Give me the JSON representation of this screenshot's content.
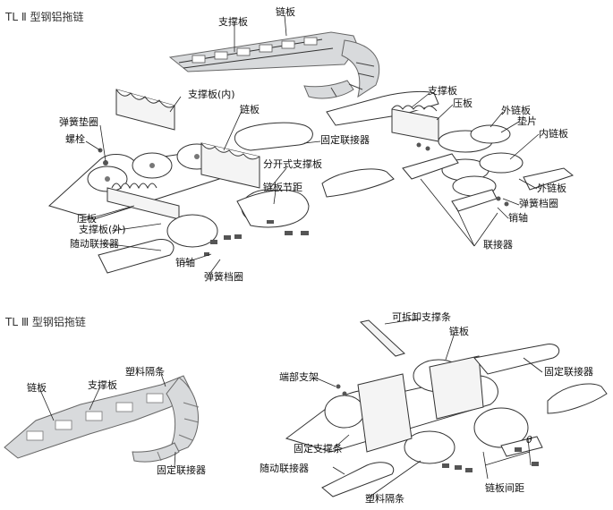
{
  "section1": {
    "title": "TL Ⅱ 型钢铝拖链",
    "labels": {
      "support_plate_top": "支撑板",
      "chain_plate_top": "链板",
      "support_plate_inner": "支撑板(内)",
      "chain_plate_mid": "链板",
      "spring_washer": "弹簧垫圈",
      "bolt": "螺栓",
      "fixed_connector": "固定联接器",
      "split_support": "分开式支撑板",
      "chain_pitch": "链板节距",
      "press_plate": "压板",
      "support_plate_outer": "支撑板(外)",
      "moving_connector": "随动联接器",
      "pin_shaft": "销轴",
      "spring_retainer": "弹簧档圈"
    }
  },
  "section1_right": {
    "labels": {
      "support_plate": "支撑板",
      "press_plate": "压板",
      "outer_chain_plate_1": "外链板",
      "spacer": "垫片",
      "inner_chain_plate": "内链板",
      "outer_chain_plate_2": "外链板",
      "spring_retainer": "弹簧档圈",
      "pin_shaft": "销轴",
      "connector": "联接器"
    }
  },
  "section2": {
    "title": "TL Ⅲ 型钢铝拖链",
    "labels": {
      "plastic_spacer": "塑料隔条",
      "chain_plate": "链板",
      "support_plate": "支撑板",
      "fixed_connector": "固定联接器"
    }
  },
  "section2_right": {
    "labels": {
      "removable_bar": "可拆卸支撑条",
      "chain_plate": "链板",
      "end_bracket": "端部支架",
      "fixed_connector": "固定联接器",
      "fixed_support_bar": "固定支撑条",
      "moving_connector": "随动联接器",
      "plastic_spacer": "塑料隔条",
      "pitch": "链板间距",
      "angle": "θ"
    }
  }
}
